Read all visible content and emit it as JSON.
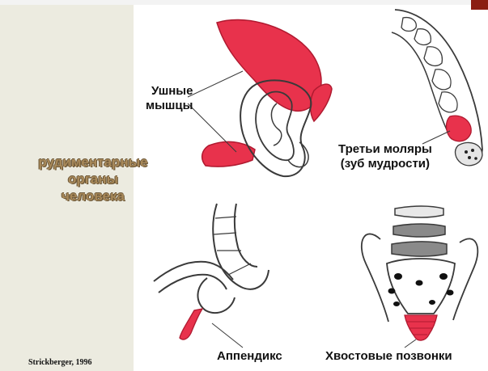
{
  "title": {
    "line1": "рудиментарные",
    "line2": "органы",
    "line3": "человека"
  },
  "labels": {
    "ear_muscles_1": "Ушные",
    "ear_muscles_2": "мышцы",
    "third_molars_1": "Третьи моляры",
    "third_molars_2": "(зуб мудрости)",
    "appendix": "Аппендикс",
    "coccyx": "Хвостовые позвонки"
  },
  "credit": "Strickberger, 1996",
  "colors": {
    "highlight_red": "#e8324c",
    "line_art": "#3a3a3a",
    "title_gold": "#a8895a",
    "panel_bg": "#ecebe0"
  }
}
